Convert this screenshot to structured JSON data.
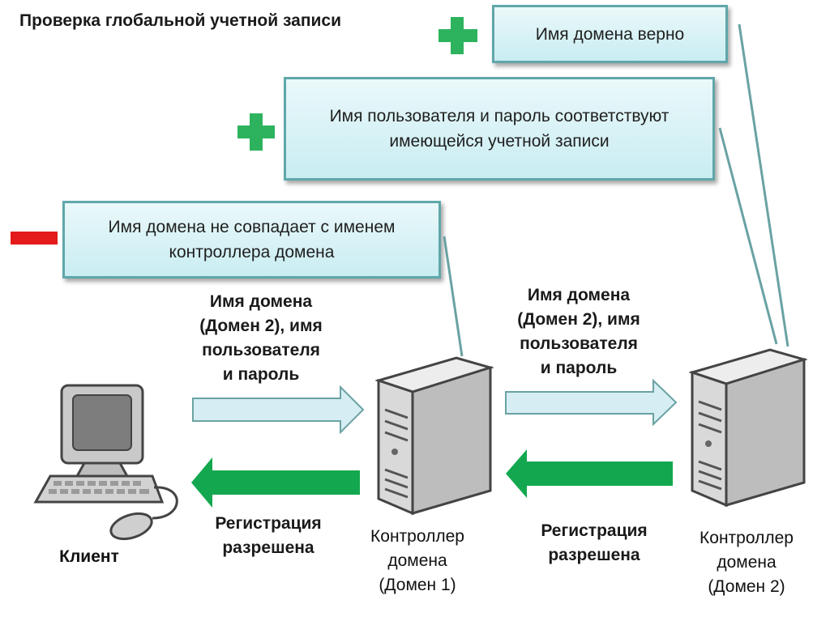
{
  "title": "Проверка глобальной учетной записи",
  "checks": [
    {
      "text": "Имя домена верно",
      "result": "plus"
    },
    {
      "text": "Имя пользователя и пароль соответствуют имеющейся учетной записи",
      "result": "plus"
    },
    {
      "text": "Имя домена не совпадает с именем контроллера домена",
      "result": "minus"
    }
  ],
  "colors": {
    "plus": "#2db35d",
    "minus": "#e31b1b",
    "box_border": "#5fa7a9",
    "request_arrow": "#d6eef3",
    "response_arrow": "#13a84f"
  },
  "flows": [
    {
      "request_label": "Имя домена\n(Домен 2), имя\nпользователя\nи пароль",
      "response_label": "Регистрация\nразрешена"
    },
    {
      "request_label": "Имя домена\n(Домен 2), имя\nпользователя\nи пароль",
      "response_label": "Регистрация\nразрешена"
    }
  ],
  "nodes": {
    "client": "Клиент",
    "dc1": "Контроллер\nдомена\n(Домен 1)",
    "dc2": "Контроллер\nдомена\n(Домен 2)"
  },
  "icons": [
    "plus-icon",
    "minus-icon",
    "computer-icon",
    "server-icon"
  ]
}
